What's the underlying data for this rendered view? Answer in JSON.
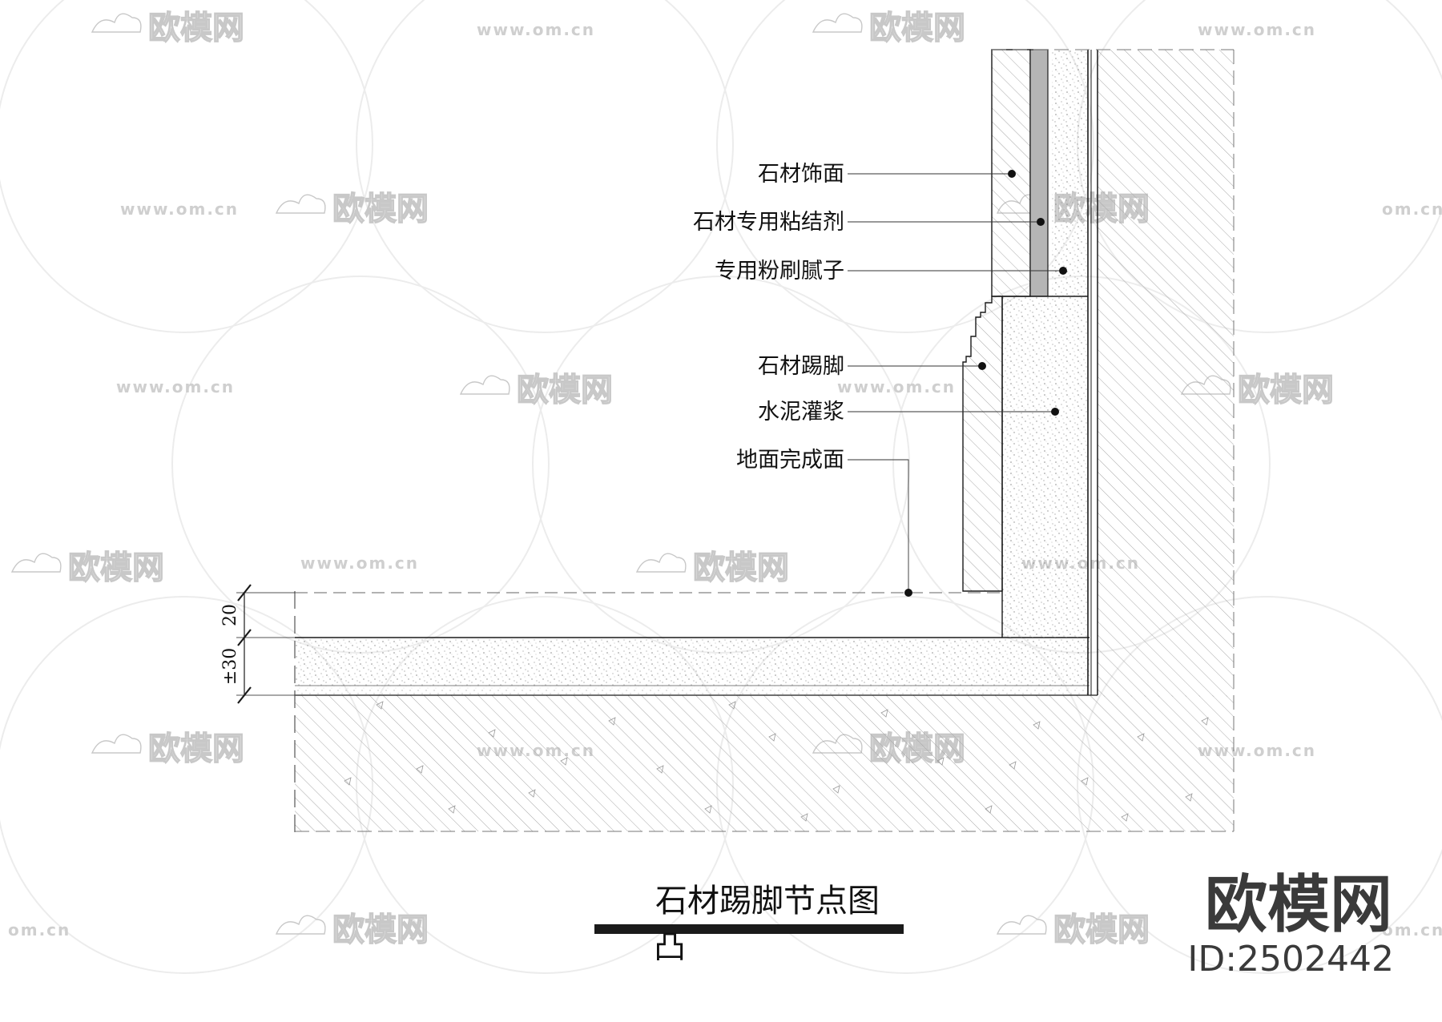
{
  "drawing": {
    "title_line1": "石材踢脚节点图",
    "title_line2": "凸"
  },
  "labels": [
    {
      "id": "stone-facing",
      "text": "石材饰面"
    },
    {
      "id": "stone-adhesive",
      "text": "石材专用粘结剂"
    },
    {
      "id": "putty",
      "text": "专用粉刷腻子"
    },
    {
      "id": "stone-skirting",
      "text": "石材踢脚"
    },
    {
      "id": "cement-grout",
      "text": "水泥灌浆"
    },
    {
      "id": "finished-floor",
      "text": "地面完成面"
    }
  ],
  "dimensions": {
    "upper": "20",
    "lower": "±30"
  },
  "brand": {
    "name": "欧模网",
    "id": "ID:2502442"
  },
  "watermark": {
    "name": "欧模网",
    "url": "www.om.cn",
    "url_short": "om.cn"
  },
  "colors": {
    "line": "#1a1a1a",
    "hatch": "#9a9a9a",
    "stipple": "#8c8c8c",
    "adhesive": "#b0b0b0",
    "title_bar": "#1a1a1a",
    "watermark": "#cccccc"
  }
}
